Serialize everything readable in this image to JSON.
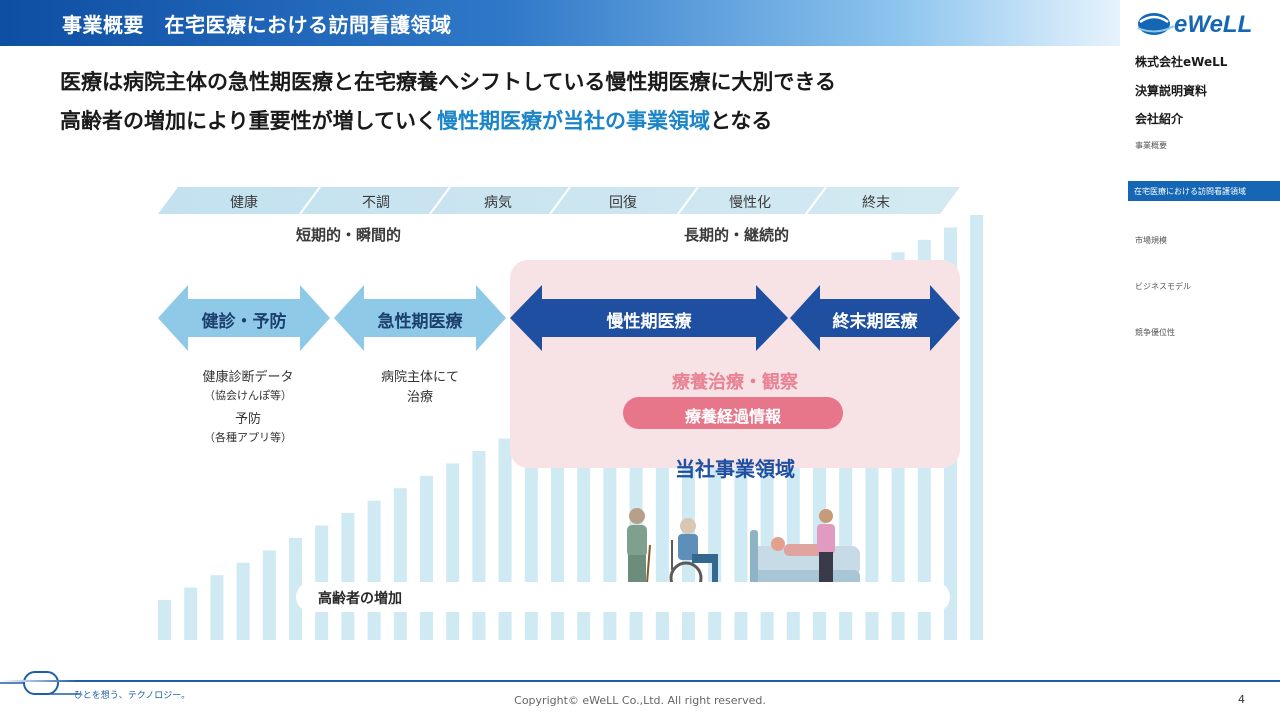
{
  "header": {
    "title": "事業概要　在宅医療における訪問看護領域"
  },
  "headline": {
    "line1": "医療は病院主体の急性期医療と在宅療養へシフトしている慢性期医療に大別できる",
    "line2_prefix": "高齢者の増加により重要性が増していく",
    "line2_accent": "慢性期医療が当社の事業領域",
    "line2_suffix": "となる"
  },
  "brand": {
    "logo_text": "eWeLL",
    "logo_color": "#1567b5"
  },
  "nav": {
    "company": "株式会社eWeLL",
    "line1": "決算説明資料",
    "line2": "会社紹介",
    "items": [
      {
        "label": "事業概要",
        "active": false
      },
      {
        "label": "在宅医療における訪問看護領域",
        "active": true
      },
      {
        "label": "市場規模",
        "active": false
      },
      {
        "label": "ビジネスモデル",
        "active": false
      },
      {
        "label": "競争優位性",
        "active": false
      }
    ]
  },
  "diagram": {
    "stages": [
      "健康",
      "不調",
      "病気",
      "回復",
      "慢性化",
      "終末"
    ],
    "periods": {
      "short": "短期的・瞬間的",
      "long": "長期的・継続的"
    },
    "arrows": [
      {
        "label": "健診・予防"
      },
      {
        "label": "急性期医療"
      },
      {
        "label": "慢性期医療"
      },
      {
        "label": "終末期医療"
      }
    ],
    "desc_checkup": {
      "line1": "健康診断データ",
      "line2": "（協会けんぽ等）",
      "line3": "予防",
      "line4": "（各種アプリ等）"
    },
    "desc_acute": {
      "line1": "病院主体にて",
      "line2": "治療"
    },
    "ryoyo_label": "療養治療・観察",
    "ryoyo_pill": "療養経過情報",
    "domain_label": "当社事業領域",
    "elderly_label": "高齢者の増加",
    "colors": {
      "dark_blue": "#1e4fa0",
      "light_blue": "#8ec9e8",
      "pink_panel": "#f7e3e6",
      "pink_accent": "#e8768a",
      "bars": "#cfeaf3"
    }
  },
  "footer": {
    "tagline": "ひとを想う、テクノロジー。",
    "copyright": "Copyright© eWeLL Co.,Ltd. All right reserved.",
    "page": "4"
  }
}
